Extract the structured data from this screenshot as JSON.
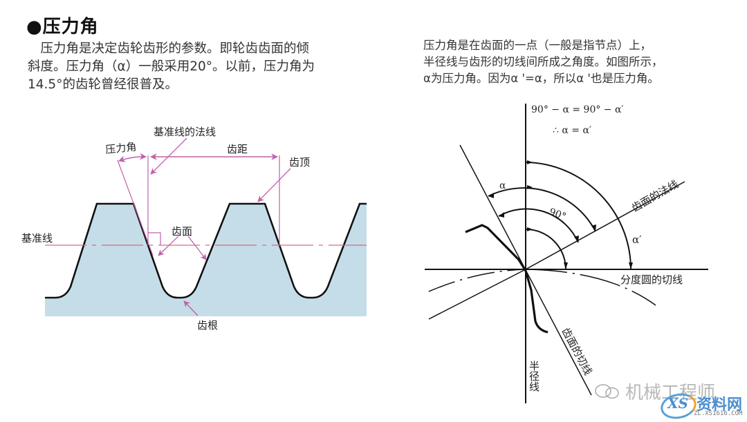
{
  "title": "●压力角",
  "left_paragraph": {
    "line1": "　压力角是决定齿轮齿形的参数。即轮齿齿面的倾",
    "line2": "斜度。压力角（α）一般采用20°。以前，压力角为",
    "line3": "14.5°的齿轮曾经很普及。"
  },
  "right_paragraph": {
    "line1": "压力角是在齿面的一点（一般是指节点）上，",
    "line2": "半径线与齿形的切线间所成之角度。如图所示，",
    "line3": "α为压力角。因为α '=α，所以α '也是压力角。"
  },
  "rack_diagram": {
    "labels": {
      "normal_of_reference": "基准线的法线",
      "pressure_angle": "压力角",
      "pitch": "齿距",
      "tip": "齿顶",
      "reference_line": "基准线",
      "flank": "齿面",
      "root": "齿根"
    },
    "colors": {
      "fill": "#c5dde8",
      "outline": "#111111",
      "annotation": "#c060a8",
      "reference_line": "#d07080"
    }
  },
  "angle_diagram": {
    "equation1": "90° − α = 90° − α′",
    "equation2": "∴ α = α′",
    "labels": {
      "alpha": "α",
      "alpha_prime": "α′",
      "ninety": "90°",
      "flank_normal": "齿面的法线",
      "pitch_circle_tangent": "分度圆的切线",
      "flank_tangent": "齿面的切线",
      "radius_line": "半径线"
    }
  },
  "watermark": {
    "wechat_name": "机械工程师",
    "site_logo": "XS",
    "site_name": "资料网",
    "site_url": "ZL.XS1616.COM"
  }
}
